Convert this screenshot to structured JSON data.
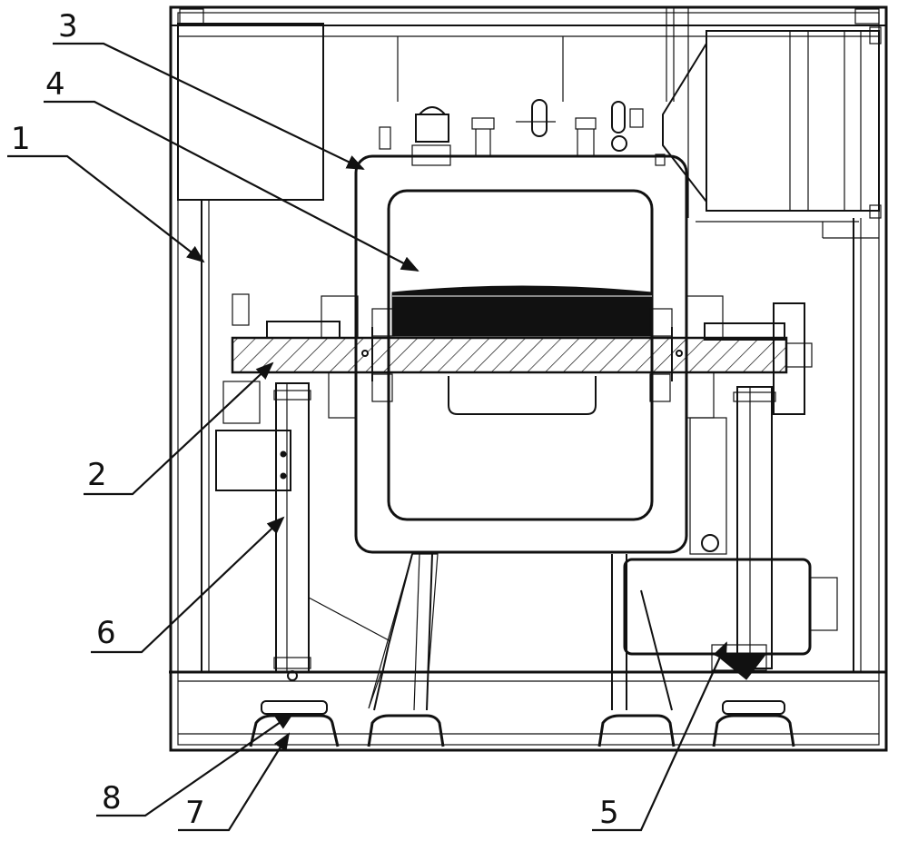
{
  "callouts": [
    {
      "id": "1",
      "text": "1"
    },
    {
      "id": "2",
      "text": "2"
    },
    {
      "id": "3",
      "text": "3"
    },
    {
      "id": "4",
      "text": "4"
    },
    {
      "id": "5",
      "text": "5"
    },
    {
      "id": "6",
      "text": "6"
    },
    {
      "id": "7",
      "text": "7"
    },
    {
      "id": "8",
      "text": "8"
    }
  ],
  "colors": {
    "line": "#111111",
    "background": "#ffffff"
  }
}
